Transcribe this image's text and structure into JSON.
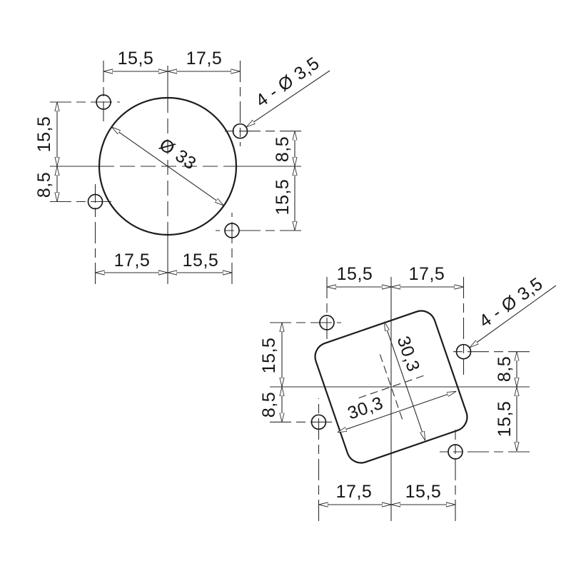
{
  "colors": {
    "ink": "#1b1b1b",
    "background": "#ffffff"
  },
  "circle_view": {
    "top_left_mm": "15,5",
    "top_right_mm": "17,5",
    "bottom_left_mm": "17,5",
    "bottom_right_mm": "15,5",
    "left_upper_mm": "15,5",
    "left_lower_mm": "8,5",
    "right_upper_mm": "8,5",
    "right_lower_mm": "15,5",
    "diameter_label": "Ø 33",
    "holes_note": "4 - Ø 3,5"
  },
  "square_view": {
    "top_left_mm": "15,5",
    "top_right_mm": "17,5",
    "bottom_left_mm": "17,5",
    "bottom_right_mm": "15,5",
    "left_upper_mm": "15,5",
    "left_lower_mm": "8,5",
    "right_upper_mm": "8,5",
    "right_lower_mm": "15,5",
    "width_label": "30,3",
    "height_label": "30,3",
    "holes_note": "4 - Ø 3,5"
  }
}
